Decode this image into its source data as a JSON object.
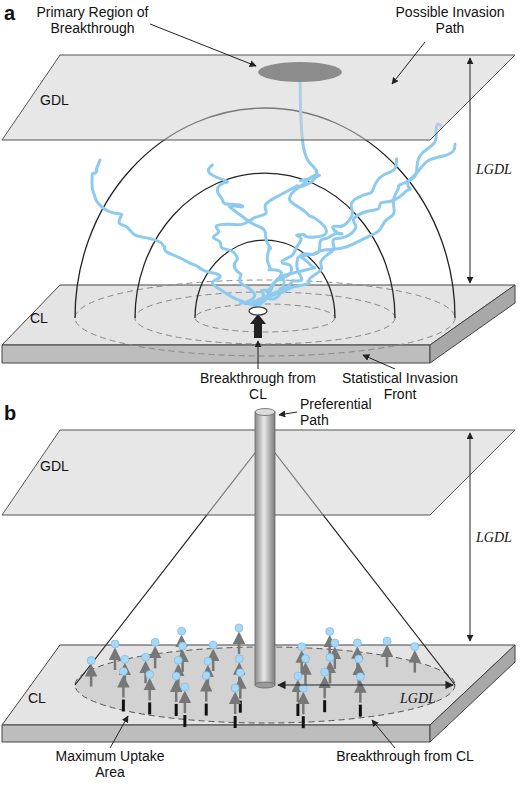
{
  "diagram": {
    "labels": [
      "a",
      "Primary Region of Breakthrough",
      "Possible Invasion Path",
      "GDL",
      "LGDL",
      "CL",
      "Breakthrough from CL",
      "Statistical Invasion Front",
      "b",
      "Preferential Path",
      "GDL",
      "LGDL",
      "LGDL",
      "Breakthrough from CL",
      "CL",
      "Maximum Uptake Area"
    ]
  }
}
